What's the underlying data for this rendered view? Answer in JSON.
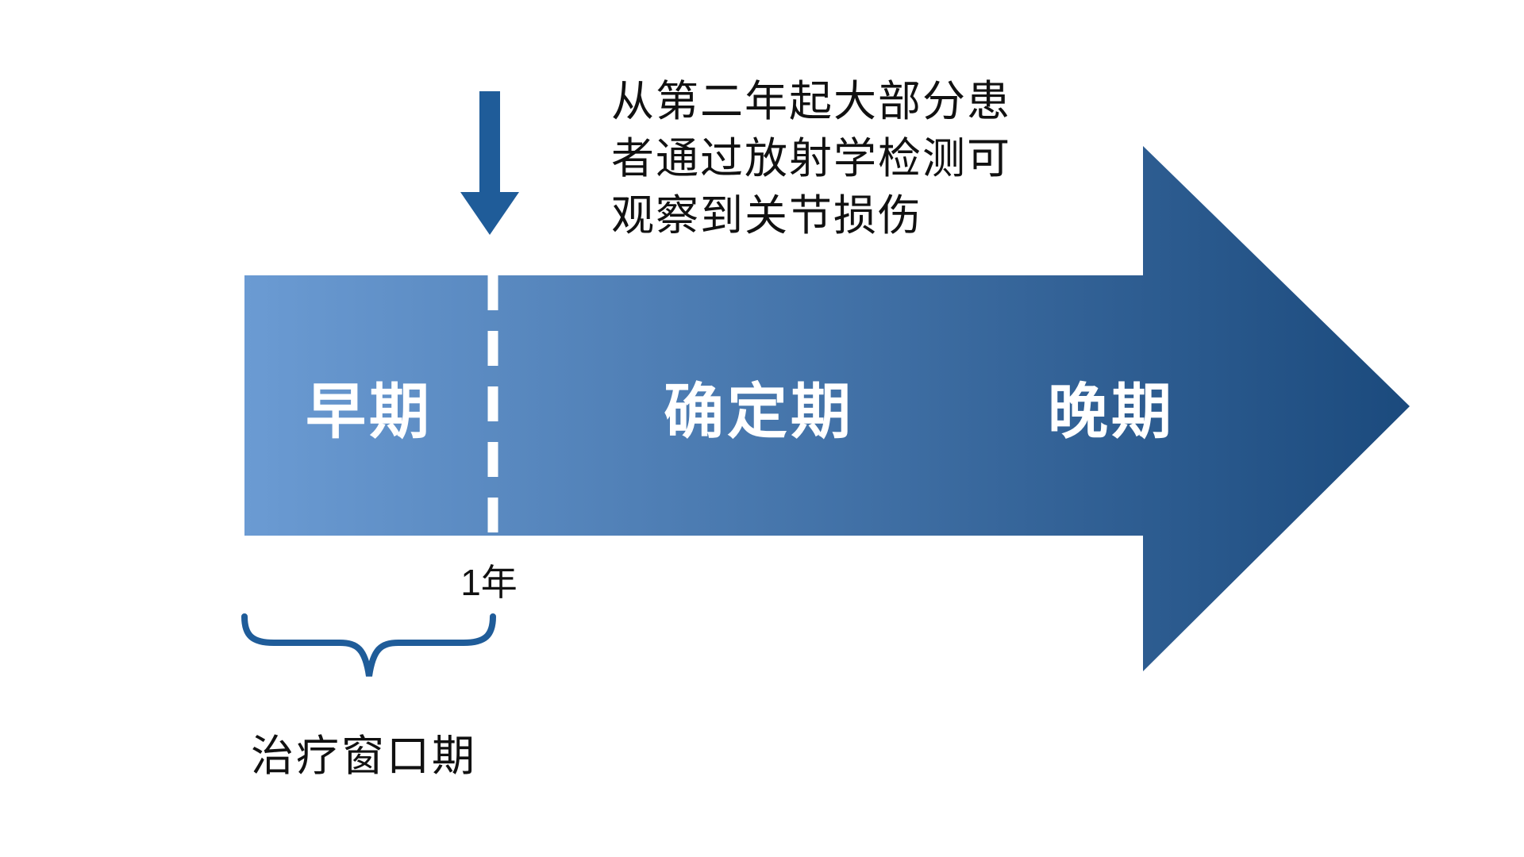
{
  "colors": {
    "background": "#ffffff",
    "gradient_start": "#6b9bd3",
    "gradient_end": "#1b4a7d",
    "accent": "#1f5c99",
    "divider": "#ffffff",
    "stage_text": "#ffffff",
    "annotation_text": "#111111"
  },
  "timeline": {
    "stages": [
      {
        "label": "早期"
      },
      {
        "label": "确定期"
      },
      {
        "label": "晚期"
      }
    ],
    "year_marker_label": "1年",
    "annotation_lines": [
      "从第二年起大部分患",
      "者通过放射学检测可",
      "观察到关节损伤"
    ],
    "window_label": "治疗窗口期"
  }
}
